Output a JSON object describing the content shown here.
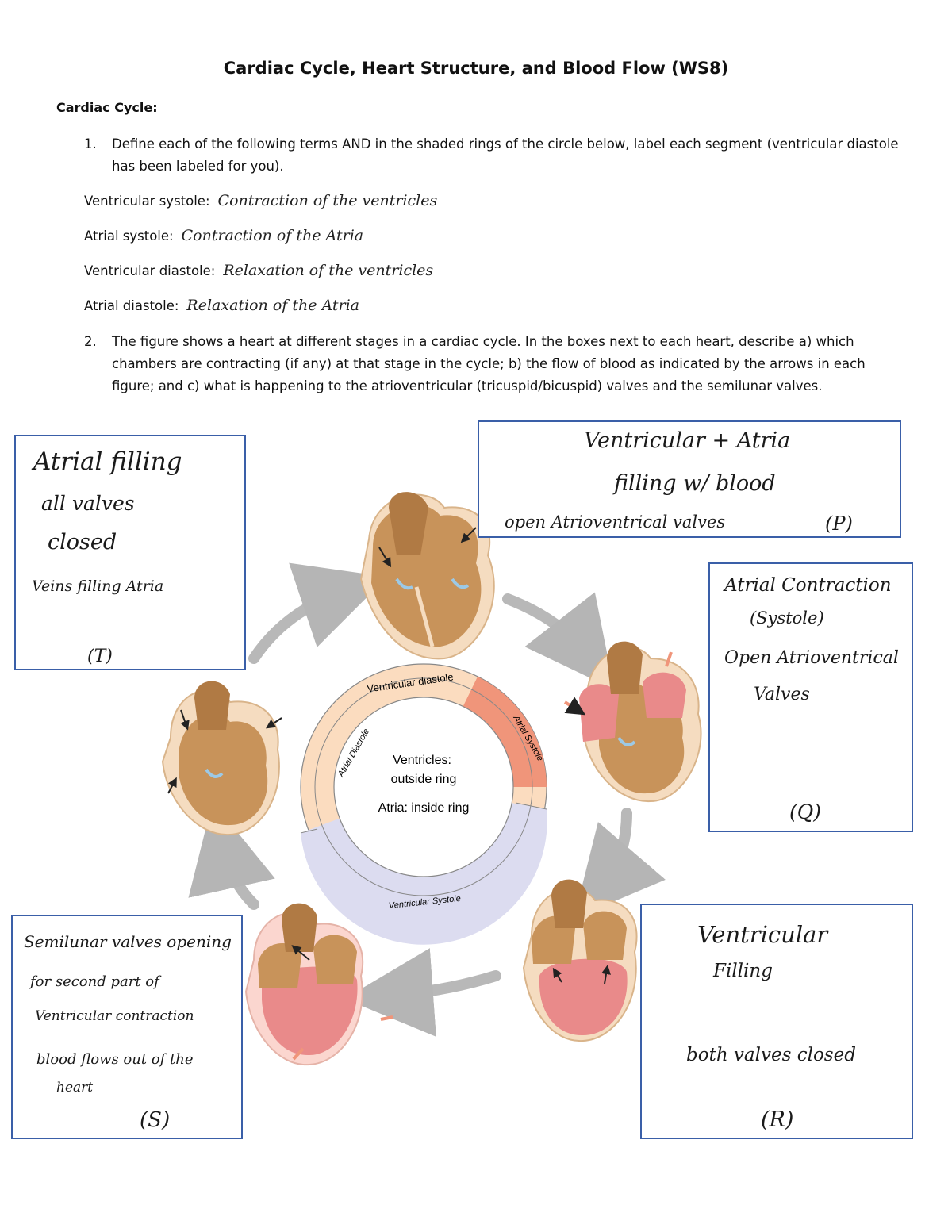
{
  "title": "Cardiac Cycle, Heart Structure, and Blood Flow (WS8)",
  "section": "Cardiac Cycle:",
  "q1": {
    "num": "1.",
    "text": "Define each of the following terms AND in the shaded rings of the circle below, label each segment (ventricular diastole has been labeled for you)."
  },
  "terms": [
    {
      "label": "Ventricular systole:",
      "answer": "Contraction of the ventricles"
    },
    {
      "label": "Atrial systole:",
      "answer": "Contraction of the Atria"
    },
    {
      "label": "Ventricular diastole:",
      "answer": "Relaxation of the ventricles"
    },
    {
      "label": "Atrial diastole:",
      "answer": "Relaxation of the Atria"
    }
  ],
  "q2": {
    "num": "2.",
    "text": "The figure shows a heart at different stages in a cardiac cycle. In the boxes next to each heart, describe a) which chambers are contracting (if any) at that stage in the cycle; b) the flow of blood as indicated by the arrows in each figure; and c) what is happening to the atrioventricular (tricuspid/bicuspid) valves and the semilunar valves."
  },
  "ring": {
    "outer_top": "Ventricular diastole",
    "outer_bottom": "Ventricular Systole",
    "inner_left": "Atrial Diastole",
    "inner_right": "Atrial Systole",
    "center_line1": "Ventricles:",
    "center_line2": "outside ring",
    "center_line3": "Atria: inside ring"
  },
  "boxes": {
    "T": {
      "lines": [
        "Atrial filling",
        "all valves",
        "closed",
        "Veins filling Atria"
      ],
      "tag": "(T)"
    },
    "P": {
      "lines": [
        "Ventricular + Atria",
        "filling w/ blood",
        "open Atrioventrical valves"
      ],
      "tag": "(P)"
    },
    "Q": {
      "lines": [
        "Atrial Contraction",
        "(Systole)",
        "Open Atrioventrical",
        "Valves"
      ],
      "tag": "(Q)"
    },
    "R": {
      "lines": [
        "Ventricular",
        "Filling",
        "both valves closed"
      ],
      "tag": "(R)"
    },
    "S": {
      "lines": [
        "Semilunar valves opening",
        "for second part of",
        "Ventricular contraction",
        "blood flows out of the",
        "heart"
      ],
      "tag": "(S)"
    }
  },
  "colors": {
    "box_border": "#3a5fa8",
    "heart_tan": "#c8935a",
    "heart_pink": "#e98a8a",
    "ring_peach": "#fbdcbf",
    "ring_salmon": "#f0957a",
    "ring_lavender": "#dcdcf0",
    "arrow_gray": "#b5b5b5"
  }
}
